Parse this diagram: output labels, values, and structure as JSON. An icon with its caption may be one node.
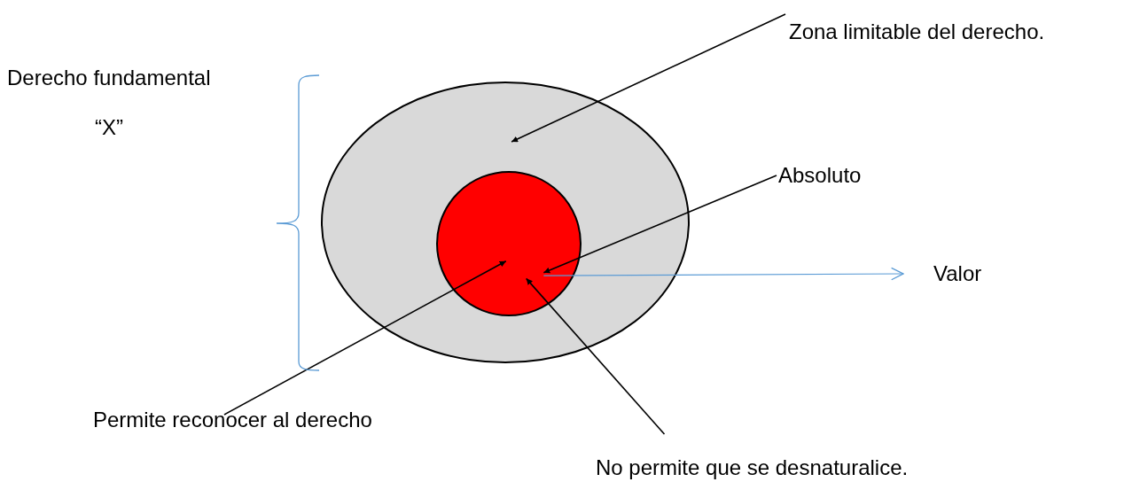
{
  "diagram": {
    "nodes": [
      {
        "text": [],
        "shape": "ellipse"
      },
      {
        "text": [],
        "shape": "circle",
        "in": 0
      },
      {
        "text": [
          "Zona limitable del derecho."
        ]
      },
      {
        "text": [
          "Absoluto"
        ]
      },
      {
        "text": [
          "Valor"
        ]
      },
      {
        "text": [
          "Permite reconocer al derecho"
        ]
      },
      {
        "text": [
          "No permite que se desnaturalice."
        ]
      }
    ],
    "edges": [
      {
        "from": 2,
        "to": 0,
        "arrow": "to"
      },
      {
        "from": 3,
        "to": 1,
        "arrow": "to"
      },
      {
        "from": 5,
        "to": 1,
        "arrow": "to"
      },
      {
        "from": 6,
        "to": 1,
        "arrow": "to"
      },
      {
        "from": 1,
        "to": 4,
        "arrow": "to",
        "color": "#5b9bd5"
      }
    ],
    "labels": [
      "Derecho fundamental",
      "“X”"
    ]
  }
}
